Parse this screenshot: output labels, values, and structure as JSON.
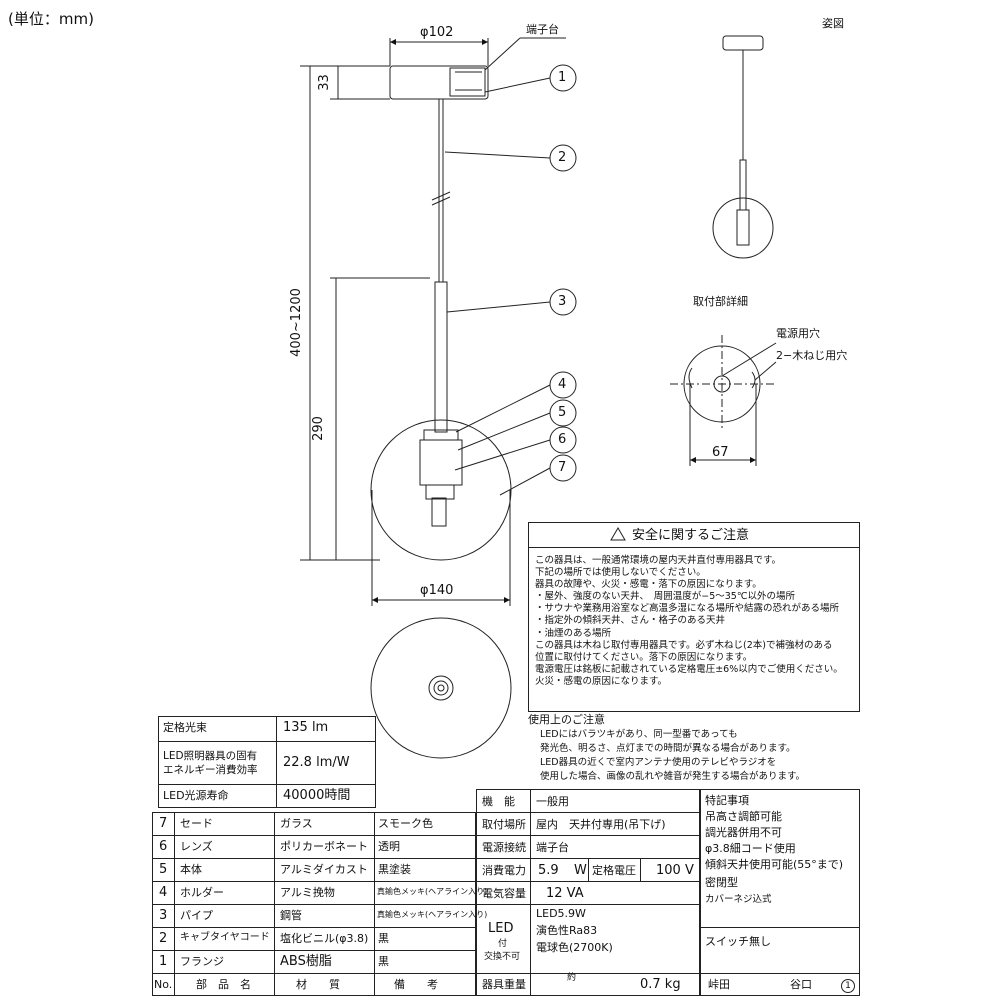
{
  "unit_label": "(単位：mm)",
  "view_label": "姿図",
  "dims": {
    "top_width": "φ102",
    "top_height": "33",
    "overall_length": "400~1200",
    "shade_height": "290",
    "shade_width": "φ140",
    "mount_width": "67"
  },
  "terminal_label": "端子台",
  "callouts": [
    "1",
    "2",
    "3",
    "4",
    "5",
    "6",
    "7"
  ],
  "mount_detail": {
    "title": "取付部詳細",
    "power_hole": "電源用穴",
    "screw_hole": "2−木ねじ用穴"
  },
  "safety": {
    "title": "安全に関するご注意",
    "lines": [
      "この器具は、一般通常環境の屋内天井直付専用器具です。",
      "下記の場所では使用しないでください。",
      "器具の故障や、火災・感電・落下の原因になります。",
      "・屋外、強度のない天井、　周囲温度が−5〜35℃以外の場所",
      "・サウナや業務用浴室など高温多湿になる場所や結露の恐れがある場所",
      "・指定外の傾斜天井、さん・格子のある天井",
      "・油煙のある場所",
      "この器具は木ねじ取付専用器具です。必ず木ねじ(2本)で補強材のある",
      "位置に取付けてください。落下の原因になります。",
      "電源電圧は銘板に記載されている定格電圧±6%以内でご使用ください。",
      "火災・感電の原因になります。"
    ]
  },
  "usage": {
    "title": "使用上のご注意",
    "lines": [
      "LEDにはバラツキがあり、同一型番であっても",
      "発光色、明るさ、点灯までの時間が異なる場合があります。",
      "LED器具の近くで室内アンテナ使用のテレビやラジオを",
      "使用した場合、画像の乱れや雑音が発生する場合があります。"
    ]
  },
  "perf": [
    {
      "label": "定格光束",
      "value": "135 lm"
    },
    {
      "label": "LED照明器具の固有\nエネルギー消費効率",
      "value": "22.8 lm/W"
    },
    {
      "label": "LED光源寿命",
      "value": "40000時間"
    }
  ],
  "parts": [
    {
      "no": "7",
      "name": "セード",
      "material": "ガラス",
      "note": "スモーク色"
    },
    {
      "no": "6",
      "name": "レンズ",
      "material": "ポリカーボネート",
      "note": "透明"
    },
    {
      "no": "5",
      "name": "本体",
      "material": "アルミダイカスト",
      "note": "黒塗装"
    },
    {
      "no": "4",
      "name": "ホルダー",
      "material": "アルミ挽物",
      "note": "真鍮色メッキ(ヘアライン入り)"
    },
    {
      "no": "3",
      "name": "パイプ",
      "material": "鋼管",
      "note": "真鍮色メッキ(ヘアライン入り)"
    },
    {
      "no": "2",
      "name": "キャブタイヤコード",
      "material": "塩化ビニル(φ3.8)",
      "note": "黒"
    },
    {
      "no": "1",
      "name": "フランジ",
      "material": "ABS樹脂",
      "note": "黒"
    }
  ],
  "parts_header": {
    "no": "No.",
    "name": "部　品　名",
    "material": "材　　質",
    "note": "備　　考"
  },
  "spec": {
    "function_label": "機　能",
    "function_value": "一般用",
    "place_label": "取付場所",
    "place_value": "屋内　天井付専用(吊下げ)",
    "conn_label": "電源接続",
    "conn_value": "端子台",
    "power_label": "消費電力",
    "power_value": "5.9",
    "power_unit": "W",
    "rated_label": "定格電圧",
    "rated_value": "100 V",
    "cap_label": "電気容量",
    "cap_value": "12 VA",
    "led_label": "LED",
    "led_sub1": "付",
    "led_sub2": "交換不可",
    "led_line1": "LED5.9W",
    "led_line2": "演色性Ra83",
    "led_line3": "電球色(2700K)",
    "weight_label": "器具重量",
    "weight_prefix": "約",
    "weight_value": "0.7 kg"
  },
  "special": {
    "title": "特記事項",
    "lines": [
      "吊高さ調節可能",
      "調光器併用不可",
      "φ3.8細コード使用",
      "傾斜天井使用可能(55°まで)",
      "密閉型",
      "カバーネジ込式"
    ],
    "switch": "スイッチ無し",
    "sign1": "峠田",
    "sign2": "谷口",
    "rev": "1"
  }
}
